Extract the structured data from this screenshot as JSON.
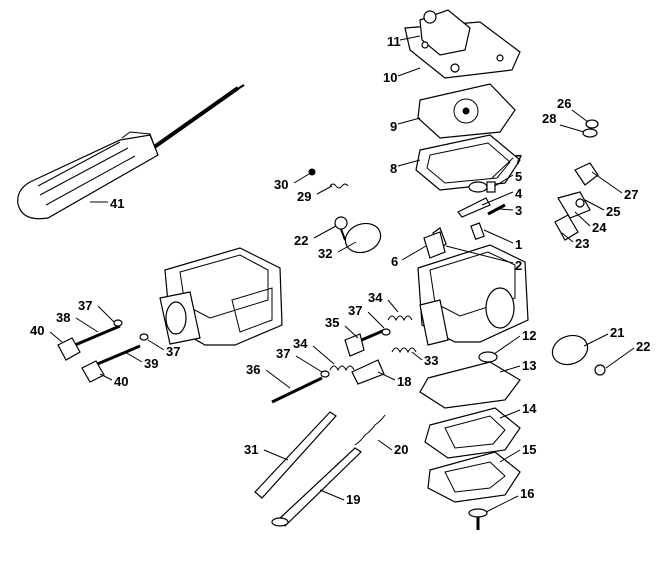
{
  "callouts": [
    {
      "id": "11",
      "text": "11"
    },
    {
      "id": "10",
      "text": "10"
    },
    {
      "id": "9",
      "text": "9"
    },
    {
      "id": "8",
      "text": "8"
    },
    {
      "id": "7",
      "text": "7"
    },
    {
      "id": "5",
      "text": "5"
    },
    {
      "id": "4",
      "text": "4"
    },
    {
      "id": "3",
      "text": "3"
    },
    {
      "id": "1",
      "text": "1"
    },
    {
      "id": "2",
      "text": "2"
    },
    {
      "id": "26",
      "text": "26"
    },
    {
      "id": "28",
      "text": "28"
    },
    {
      "id": "27",
      "text": "27"
    },
    {
      "id": "25",
      "text": "25"
    },
    {
      "id": "24",
      "text": "24"
    },
    {
      "id": "23",
      "text": "23"
    },
    {
      "id": "30",
      "text": "30"
    },
    {
      "id": "29",
      "text": "29"
    },
    {
      "id": "41",
      "text": "41"
    },
    {
      "id": "22a",
      "text": "22"
    },
    {
      "id": "32",
      "text": "32"
    },
    {
      "id": "6",
      "text": "6"
    },
    {
      "id": "37a",
      "text": "37"
    },
    {
      "id": "38",
      "text": "38"
    },
    {
      "id": "40a",
      "text": "40"
    },
    {
      "id": "37b",
      "text": "37"
    },
    {
      "id": "39",
      "text": "39"
    },
    {
      "id": "40b",
      "text": "40"
    },
    {
      "id": "34a",
      "text": "34"
    },
    {
      "id": "37c",
      "text": "37"
    },
    {
      "id": "35",
      "text": "35"
    },
    {
      "id": "34b",
      "text": "34"
    },
    {
      "id": "37d",
      "text": "37"
    },
    {
      "id": "33",
      "text": "33"
    },
    {
      "id": "36",
      "text": "36"
    },
    {
      "id": "18",
      "text": "18"
    },
    {
      "id": "12",
      "text": "12"
    },
    {
      "id": "13",
      "text": "13"
    },
    {
      "id": "21",
      "text": "21"
    },
    {
      "id": "22b",
      "text": "22"
    },
    {
      "id": "14",
      "text": "14"
    },
    {
      "id": "31",
      "text": "31"
    },
    {
      "id": "20",
      "text": "20"
    },
    {
      "id": "15",
      "text": "15"
    },
    {
      "id": "19",
      "text": "19"
    },
    {
      "id": "16",
      "text": "16"
    }
  ]
}
